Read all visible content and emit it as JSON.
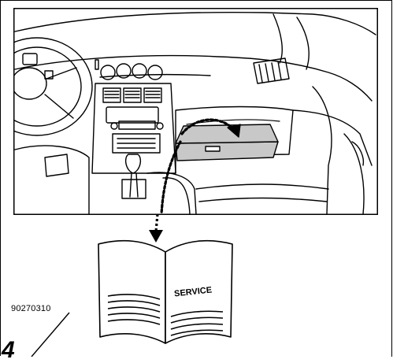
{
  "figure": {
    "code": "90270310",
    "page_number": "4"
  },
  "book": {
    "label": "SERVICE"
  }
}
